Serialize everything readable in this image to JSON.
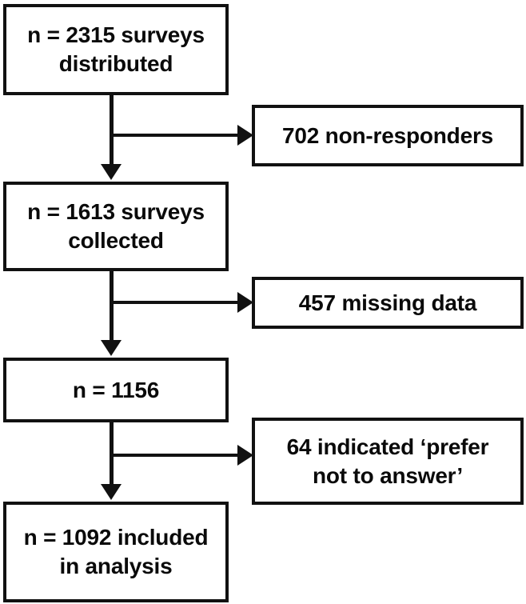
{
  "chart_data": {
    "type": "diagram",
    "diagram_kind": "flowchart",
    "title": "",
    "orientation": "top-to-bottom with right-side exclusion branches",
    "nodes": [
      {
        "id": "n1",
        "column": "main",
        "line1": "n = 2315 surveys",
        "line2": "distributed",
        "value": 2315
      },
      {
        "id": "x1",
        "column": "side",
        "line1": "702 non-responders",
        "line2": "",
        "value": 702
      },
      {
        "id": "n2",
        "column": "main",
        "line1": "n = 1613 surveys",
        "line2": "collected",
        "value": 1613
      },
      {
        "id": "x2",
        "column": "side",
        "line1": "457 missing data",
        "line2": "",
        "value": 457
      },
      {
        "id": "n3",
        "column": "main",
        "line1": "n = 1156",
        "line2": "",
        "value": 1156
      },
      {
        "id": "x3",
        "column": "side",
        "line1": "64 indicated ‘prefer",
        "line2": "not to answer’",
        "value": 64
      },
      {
        "id": "n4",
        "column": "main",
        "line1": "n = 1092 included",
        "line2": "in analysis",
        "value": 1092
      }
    ],
    "edges": [
      {
        "from": "n1",
        "to": "x1",
        "kind": "exclusion-arrow-right"
      },
      {
        "from": "n1",
        "to": "n2",
        "kind": "flow-arrow-down"
      },
      {
        "from": "n2",
        "to": "x2",
        "kind": "exclusion-arrow-right"
      },
      {
        "from": "n2",
        "to": "n3",
        "kind": "flow-arrow-down"
      },
      {
        "from": "n3",
        "to": "x3",
        "kind": "exclusion-arrow-right"
      },
      {
        "from": "n3",
        "to": "n4",
        "kind": "flow-arrow-down"
      }
    ],
    "colors": {
      "stroke": "#111111",
      "fill": "#ffffff",
      "text": "#0a0a0a"
    }
  },
  "nodes": {
    "n1": {
      "line1": "n = 2315 surveys",
      "line2": "distributed"
    },
    "x1": {
      "line1": "702 non-responders",
      "line2": ""
    },
    "n2": {
      "line1": "n = 1613 surveys",
      "line2": "collected"
    },
    "x2": {
      "line1": "457 missing data",
      "line2": ""
    },
    "n3": {
      "line1": "n = 1156",
      "line2": ""
    },
    "x3": {
      "line1": "64 indicated ‘prefer",
      "line2": "not to answer’"
    },
    "n4": {
      "line1": "n = 1092 included",
      "line2": "in analysis"
    }
  }
}
